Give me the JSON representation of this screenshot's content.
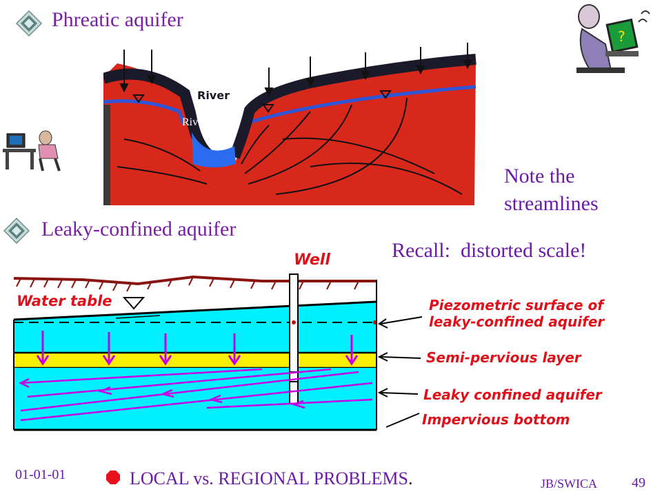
{
  "slide": {
    "phreatic_title": "Phreatic aquifer",
    "leaky_title": "Leaky-confined aquifer",
    "river_label_upper": "River",
    "river_label_overlay": "River",
    "note_line1": "Note the",
    "note_line2": "streamlines",
    "recall": "Recall:  distorted scale!",
    "footer_date": "01-01-01",
    "footer_main": "LOCAL vs. REGIONAL PROBLEMS",
    "footer_period": ".",
    "footer_author": "JB/SWICA",
    "footer_page": "49",
    "cartoon_question": "?"
  },
  "diagram": {
    "well": "Well",
    "water_table": "Water table",
    "piezo_line1": "Piezometric surface of",
    "piezo_line2": "leaky-confined aquifer",
    "semi_pervious": "Semi-pervious layer",
    "leaky_confined": "Leaky confined aquifer",
    "impervious": "Impervious bottom"
  },
  "colors": {
    "title": "#7a1ea8",
    "text": "#6a1aa8",
    "soil_red": "#d8281c",
    "river_blue": "#2a6cf0",
    "aquifer_cyan": "#00f0ff",
    "semi_layer_yellow": "#f8f000",
    "flow_arrows": "#c800e8",
    "labels_red": "#e0101a"
  },
  "icons": [
    "diamond-bullet-icon",
    "stop-bullet-icon",
    "cartoon-computer-user-icon"
  ]
}
